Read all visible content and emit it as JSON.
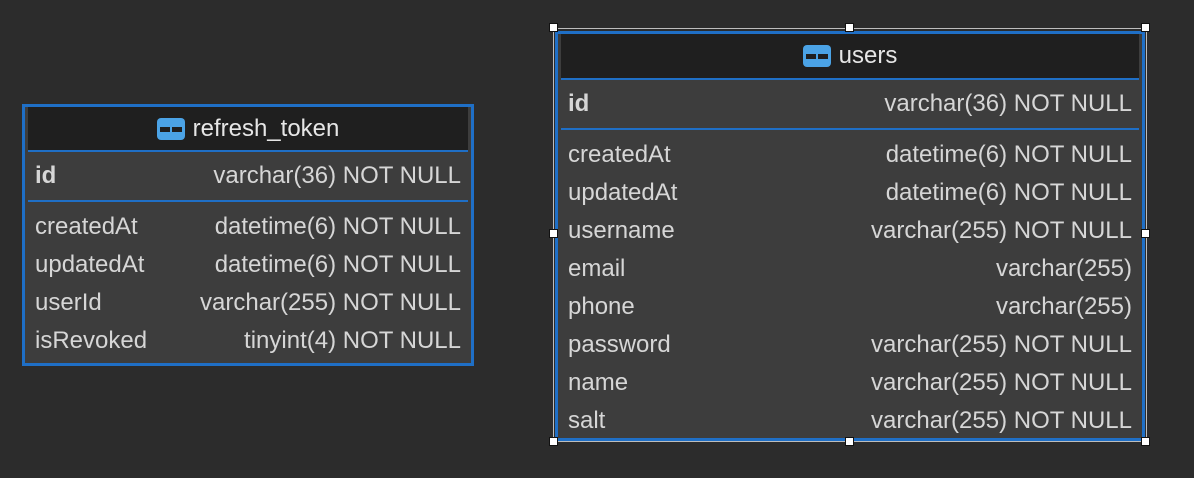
{
  "tables": {
    "refresh_token": {
      "name": "refresh_token",
      "primary": {
        "name": "id",
        "type": "varchar(36) NOT NULL"
      },
      "columns": [
        {
          "name": "createdAt",
          "type": "datetime(6) NOT NULL"
        },
        {
          "name": "updatedAt",
          "type": "datetime(6) NOT NULL"
        },
        {
          "name": "userId",
          "type": "varchar(255) NOT NULL"
        },
        {
          "name": "isRevoked",
          "type": "tinyint(4) NOT NULL"
        }
      ]
    },
    "users": {
      "name": "users",
      "selected": true,
      "primary": {
        "name": "id",
        "type": "varchar(36) NOT NULL"
      },
      "columns": [
        {
          "name": "createdAt",
          "type": "datetime(6) NOT NULL"
        },
        {
          "name": "updatedAt",
          "type": "datetime(6) NOT NULL"
        },
        {
          "name": "username",
          "type": "varchar(255) NOT NULL"
        },
        {
          "name": "email",
          "type": "varchar(255)"
        },
        {
          "name": "phone",
          "type": "varchar(255)"
        },
        {
          "name": "password",
          "type": "varchar(255) NOT NULL"
        },
        {
          "name": "name",
          "type": "varchar(255) NOT NULL"
        },
        {
          "name": "salt",
          "type": "varchar(255) NOT NULL"
        }
      ]
    }
  },
  "icons": {
    "table": "table-icon"
  },
  "colors": {
    "accent": "#1f6fc6",
    "icon": "#4ba3e6",
    "background": "#2c2c2c",
    "header": "#1f1f1f"
  }
}
